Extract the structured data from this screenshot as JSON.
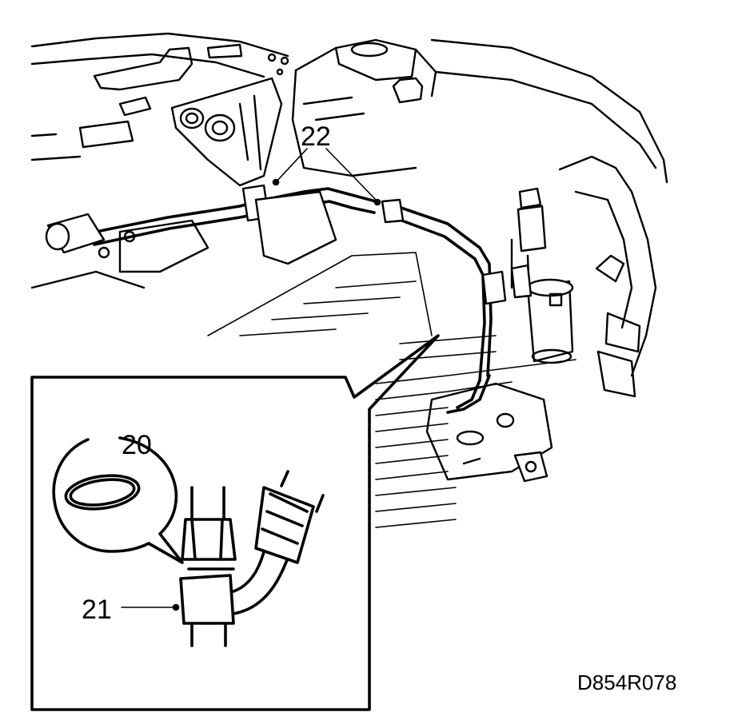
{
  "callouts": {
    "label_22": "22",
    "label_20": "20",
    "label_21": "21"
  },
  "figure_code": "D854R078",
  "colors": {
    "ink": "#000000",
    "paper": "#ffffff"
  }
}
